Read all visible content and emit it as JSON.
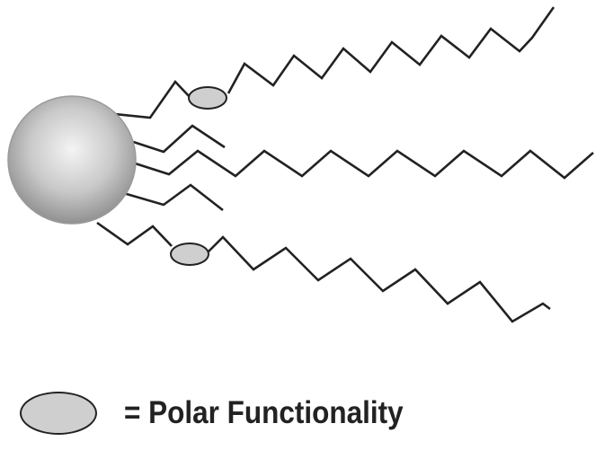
{
  "legend": {
    "label": "= Polar Functionality"
  },
  "colors": {
    "line": "#222222",
    "polar_fill": "#cfcfcf",
    "sphere_light": "#f2f2f2",
    "sphere_dark": "#8a8a8a"
  },
  "icons": {
    "sphere": "silica-particle-sphere",
    "polar_group": "ellipse"
  }
}
